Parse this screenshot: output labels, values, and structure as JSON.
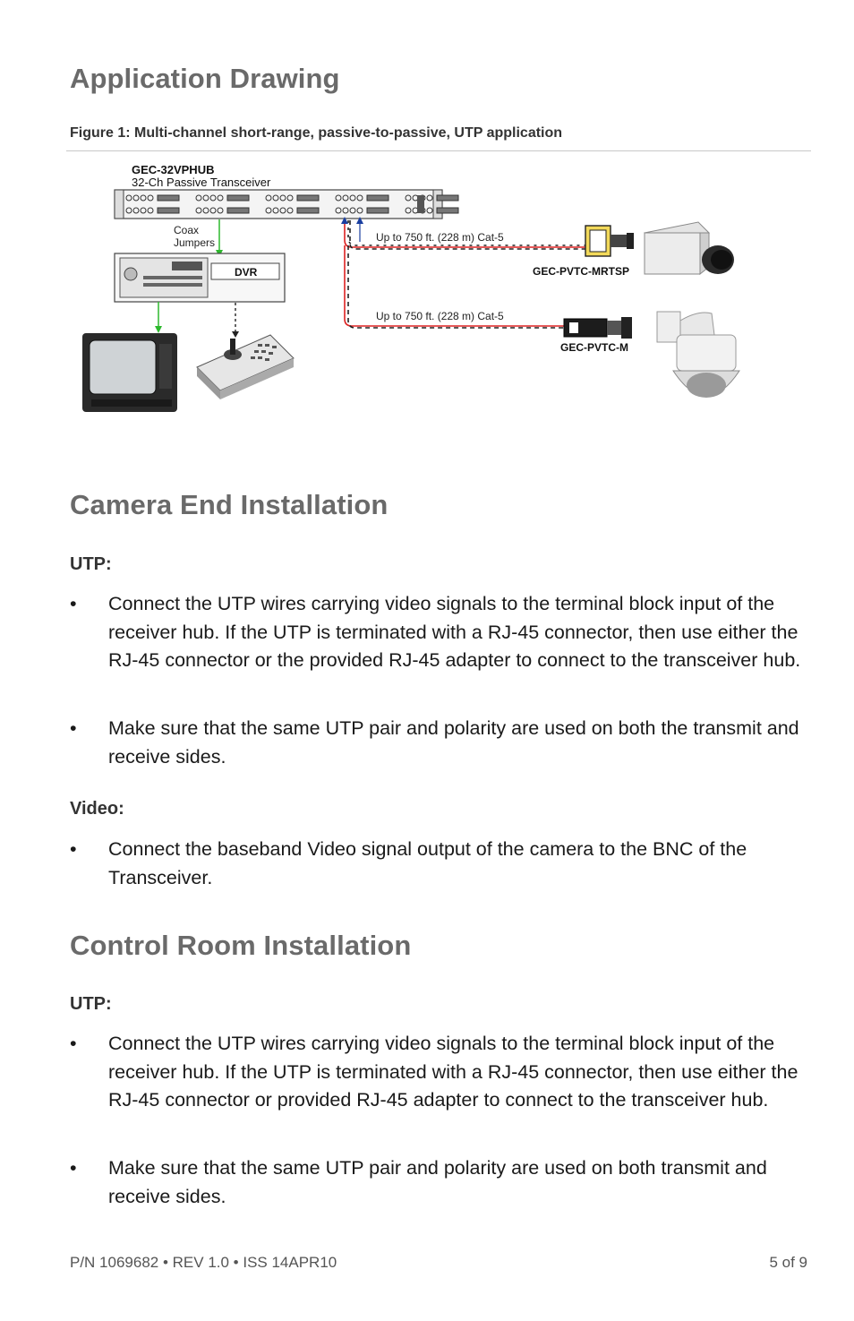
{
  "headings": {
    "application_drawing": "Application Drawing",
    "camera_end": "Camera End Installation",
    "control_room": "Control Room Installation"
  },
  "figure": {
    "caption": "Figure 1: Multi-channel short-range, passive-to-passive, UTP application",
    "hub_model": "GEC-32VPHUB",
    "hub_desc": "32-Ch Passive Transceiver",
    "coax_label_1": "Coax",
    "coax_label_2": "Jumpers",
    "dvr_label": "DVR",
    "cable_label_1": "Up to 750 ft. (228 m) Cat-5",
    "cable_label_2": "Up to 750 ft. (228 m) Cat-5",
    "transceiver_1": "GEC-PVTC-MRTSP",
    "transceiver_2": "GEC-PVTC-M"
  },
  "camera_end": {
    "utp_label": "UTP:",
    "utp_bullets": [
      "Connect the UTP wires carrying video signals to the terminal block input of the receiver hub. If the UTP is terminated with a RJ-45 connector, then use either the RJ-45 connector or the provided RJ-45 adapter to connect to the transceiver hub.",
      "Make sure that the same UTP pair and polarity are used on both the transmit and receive sides."
    ],
    "video_label": "Video:",
    "video_bullets": [
      "Connect the baseband Video signal output of the camera to the BNC of the Transceiver."
    ]
  },
  "control_room": {
    "utp_label": "UTP:",
    "utp_bullets": [
      "Connect the UTP wires carrying video signals to the terminal block input of the receiver hub. If the UTP is terminated with a RJ-45 connector, then use either the RJ-45 connector or provided RJ-45 adapter to connect to the transceiver hub.",
      "Make sure that the same UTP pair and polarity are used on both transmit and receive sides."
    ]
  },
  "bullet_char": "•",
  "footer": {
    "part_number": "P/N 1069682 • REV 1.0 • ISS 14APR10",
    "page": "5 of 9"
  }
}
